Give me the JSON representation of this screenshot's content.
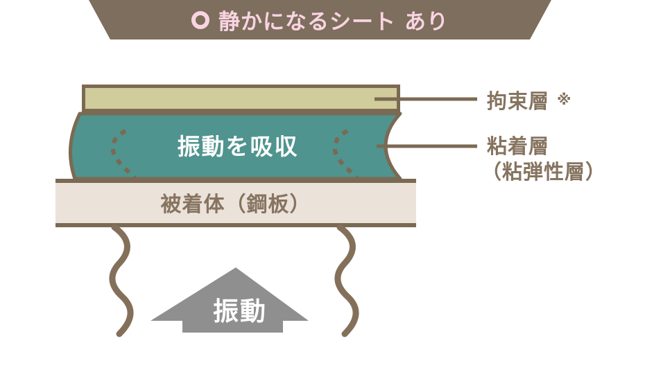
{
  "banner": {
    "icon": "circle-good-mark-icon",
    "title": "静かになるシート",
    "title_suffix": "あり"
  },
  "diagram": {
    "absorb_label": "振動を吸収",
    "adherend_label": "被着体（鋼板）",
    "vibration_label": "振動",
    "labels": {
      "constraining": "拘束層",
      "constraining_note_mark": "※",
      "adhesive_line1": "粘着層",
      "adhesive_line2": "（粘弾性層）"
    }
  },
  "colors": {
    "banner_bg": "#7d6e5d",
    "banner_text_pink": "#f9d4e2",
    "constraining_layer_fill": "#d0cc9b",
    "adhesive_layer_fill": "#4f948e",
    "adherend_fill": "#ebe2da",
    "outline_brown": "#7b6a53",
    "label_brown": "#867460",
    "wave_brown": "#84705a",
    "dashed_brown": "#7d6852",
    "arrow_gray": "#8f8f8f"
  }
}
